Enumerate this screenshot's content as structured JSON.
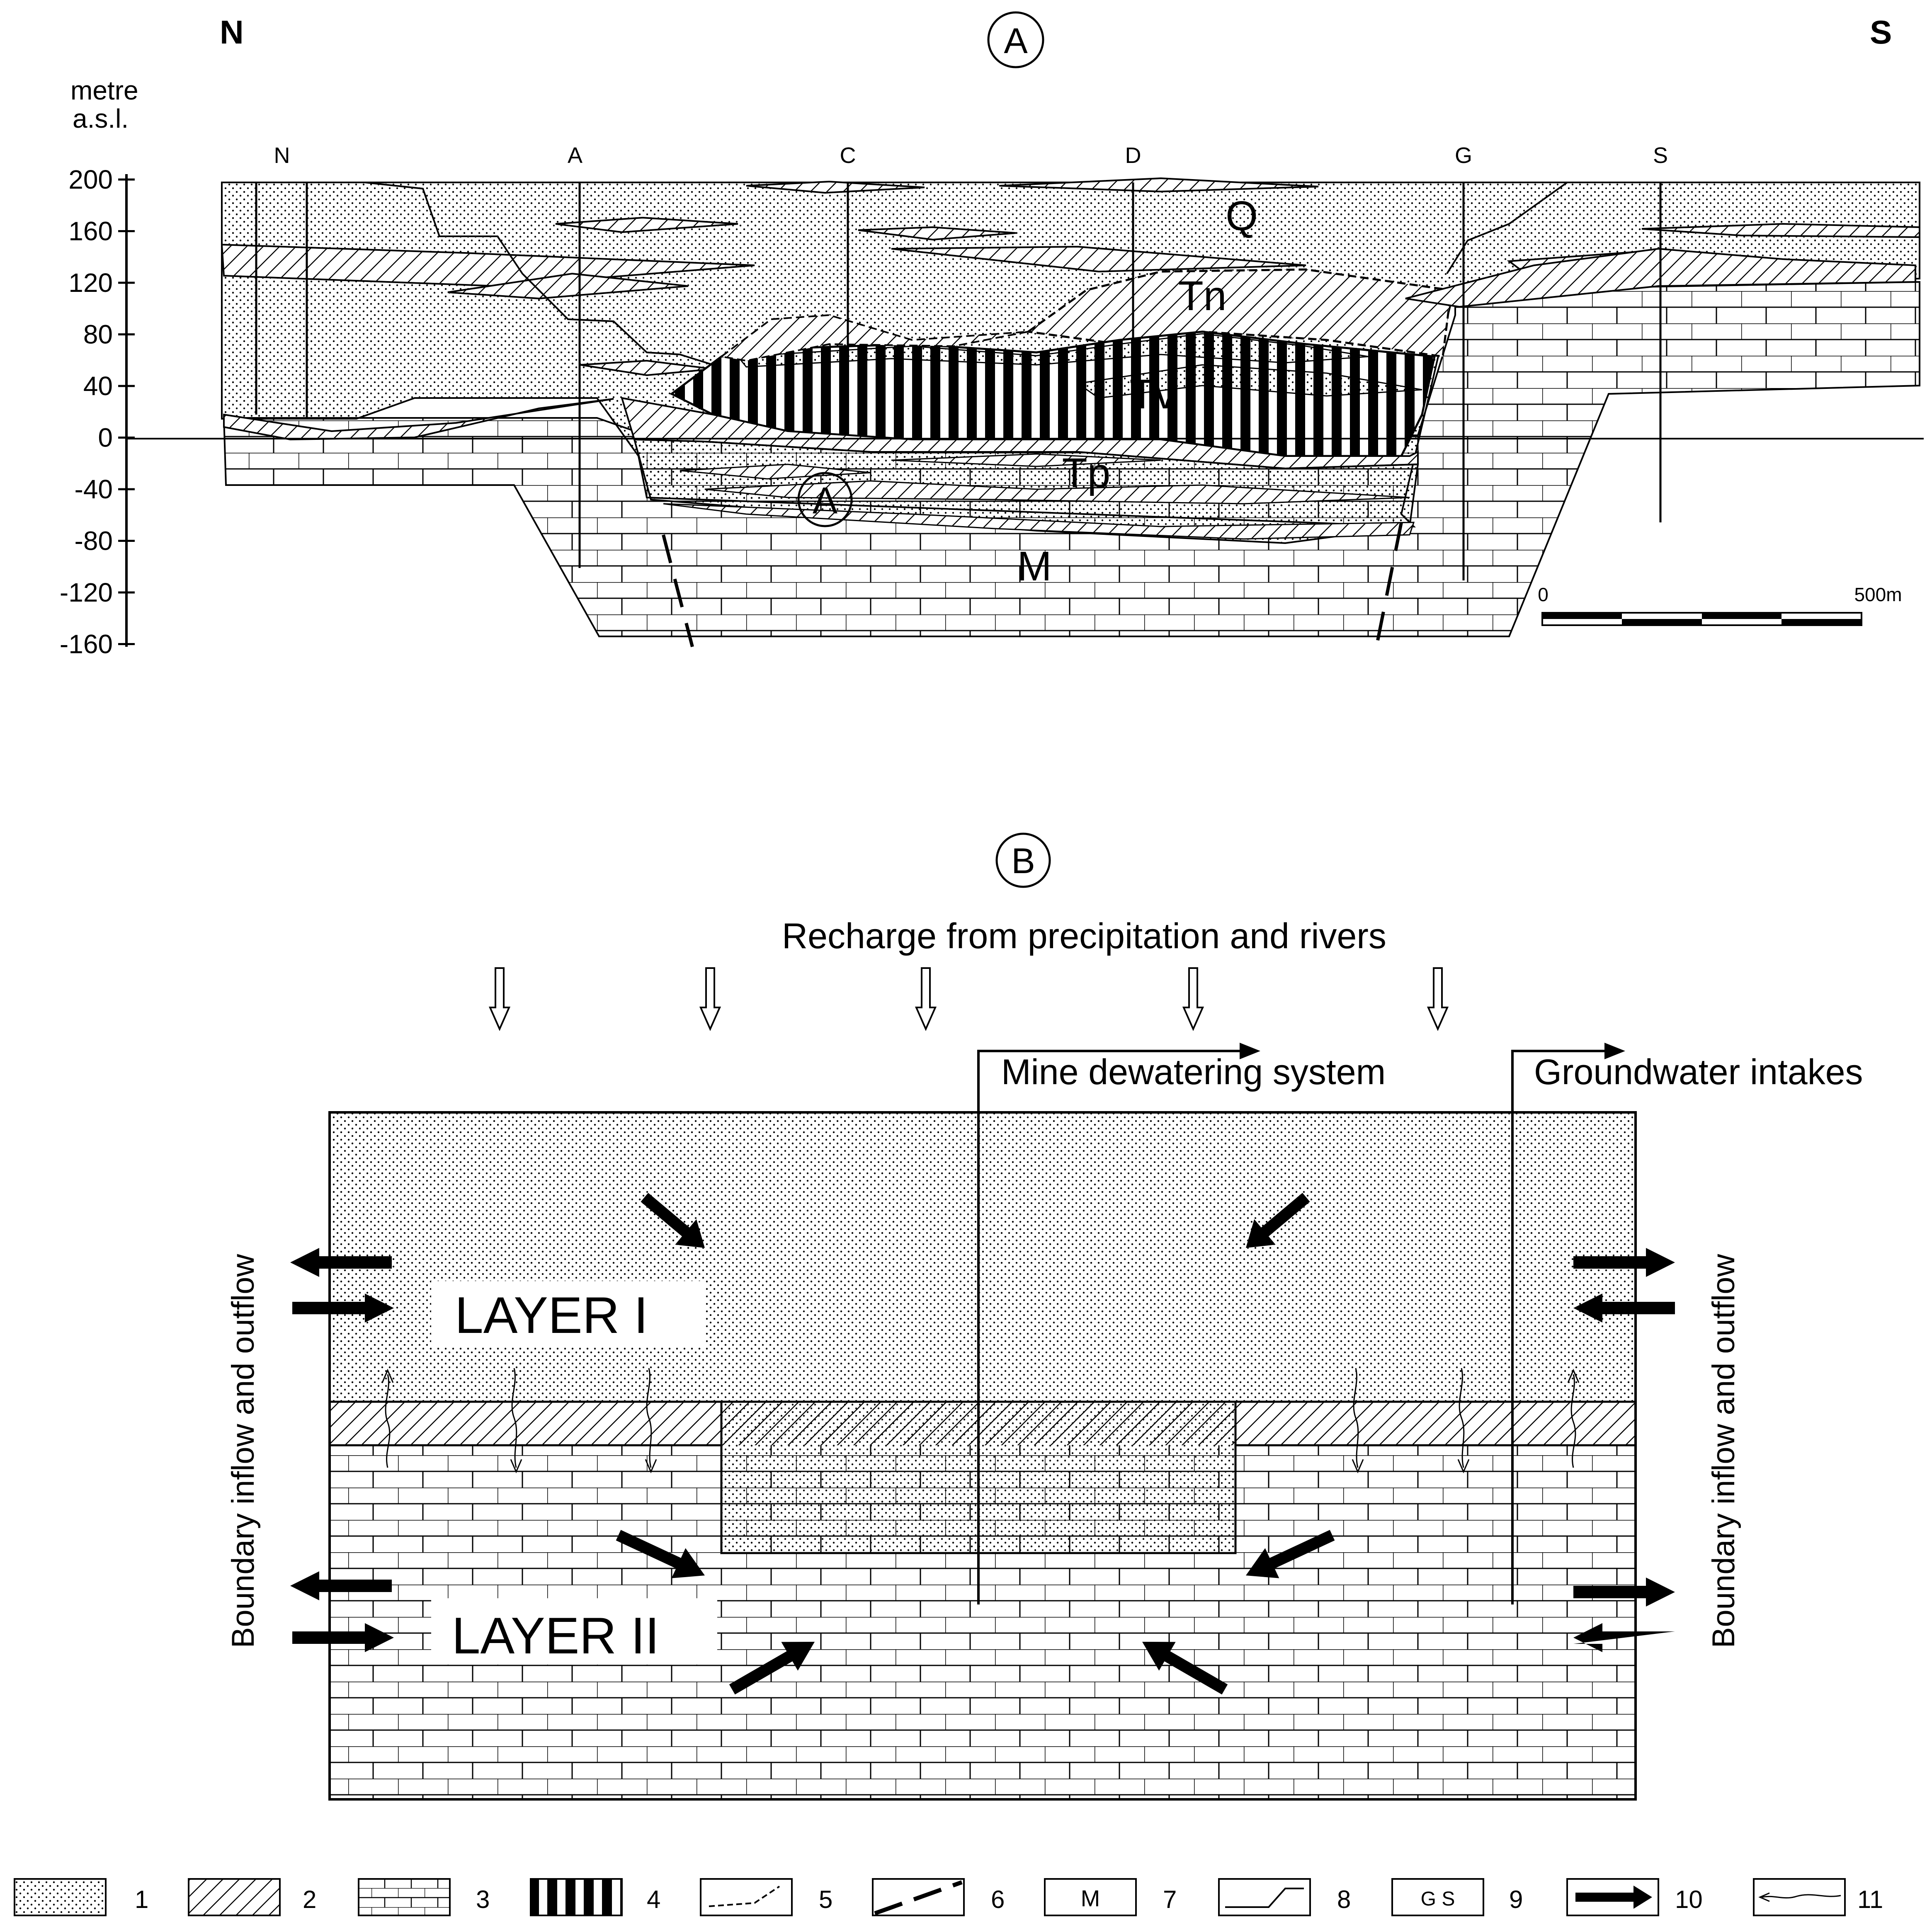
{
  "section_a": {
    "marker": "A",
    "north": "N",
    "south": "S",
    "axis_unit_line1": "metre",
    "axis_unit_line2": "a.s.l.",
    "y_ticks": [
      "200",
      "160",
      "120",
      "80",
      "40",
      "0",
      "-40",
      "-80",
      "-120",
      "-160"
    ],
    "boreholes": [
      "N",
      "A",
      "C",
      "D",
      "G",
      "S"
    ],
    "unit_labels": {
      "q": "Q",
      "tn": "Tn",
      "tv": "Tv",
      "tp": "Tp",
      "m": "M",
      "a": "A"
    },
    "scale": {
      "start": "0",
      "end": "500m"
    }
  },
  "section_b": {
    "marker": "B",
    "recharge": "Recharge from precipitation and rivers",
    "mine_dewatering": "Mine dewatering system",
    "groundwater_intakes": "Groundwater intakes",
    "layer1": "LAYER I",
    "layer2": "LAYER II",
    "boundary_left": "Boundary inflow and outflow",
    "boundary_right": "Boundary inflow and outflow"
  },
  "legend": [
    {
      "num": "1",
      "text": ""
    },
    {
      "num": "2",
      "text": ""
    },
    {
      "num": "3",
      "text": ""
    },
    {
      "num": "4",
      "text": ""
    },
    {
      "num": "5",
      "text": ""
    },
    {
      "num": "6",
      "text": ""
    },
    {
      "num": "7",
      "text": "M"
    },
    {
      "num": "8",
      "text": ""
    },
    {
      "num": "9",
      "text": "G S"
    },
    {
      "num": "10",
      "text": ""
    },
    {
      "num": "11",
      "text": ""
    }
  ]
}
